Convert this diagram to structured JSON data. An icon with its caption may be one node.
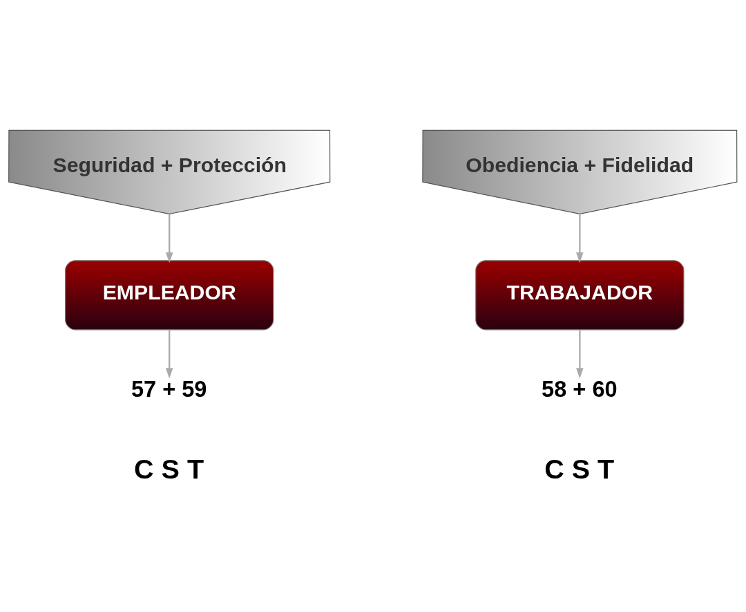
{
  "diagram": {
    "nodes": [
      {
        "text": [
          "Seguridad + Protección"
        ]
      },
      {
        "text": [
          "Obediencia + Fidelidad"
        ]
      },
      {
        "text": [
          "EMPLEADOR"
        ]
      },
      {
        "text": [
          "TRABAJADOR"
        ]
      },
      {
        "text": [
          "57 + 59"
        ]
      },
      {
        "text": [
          "58 + 60"
        ]
      }
    ],
    "edges": [
      {
        "from": 0,
        "to": 2,
        "arrow": "to"
      },
      {
        "from": 2,
        "to": 4,
        "arrow": "to"
      },
      {
        "from": 1,
        "to": 3,
        "arrow": "to"
      },
      {
        "from": 3,
        "to": 5,
        "arrow": "to"
      }
    ],
    "labels": [
      "C S T",
      "C S T"
    ]
  }
}
